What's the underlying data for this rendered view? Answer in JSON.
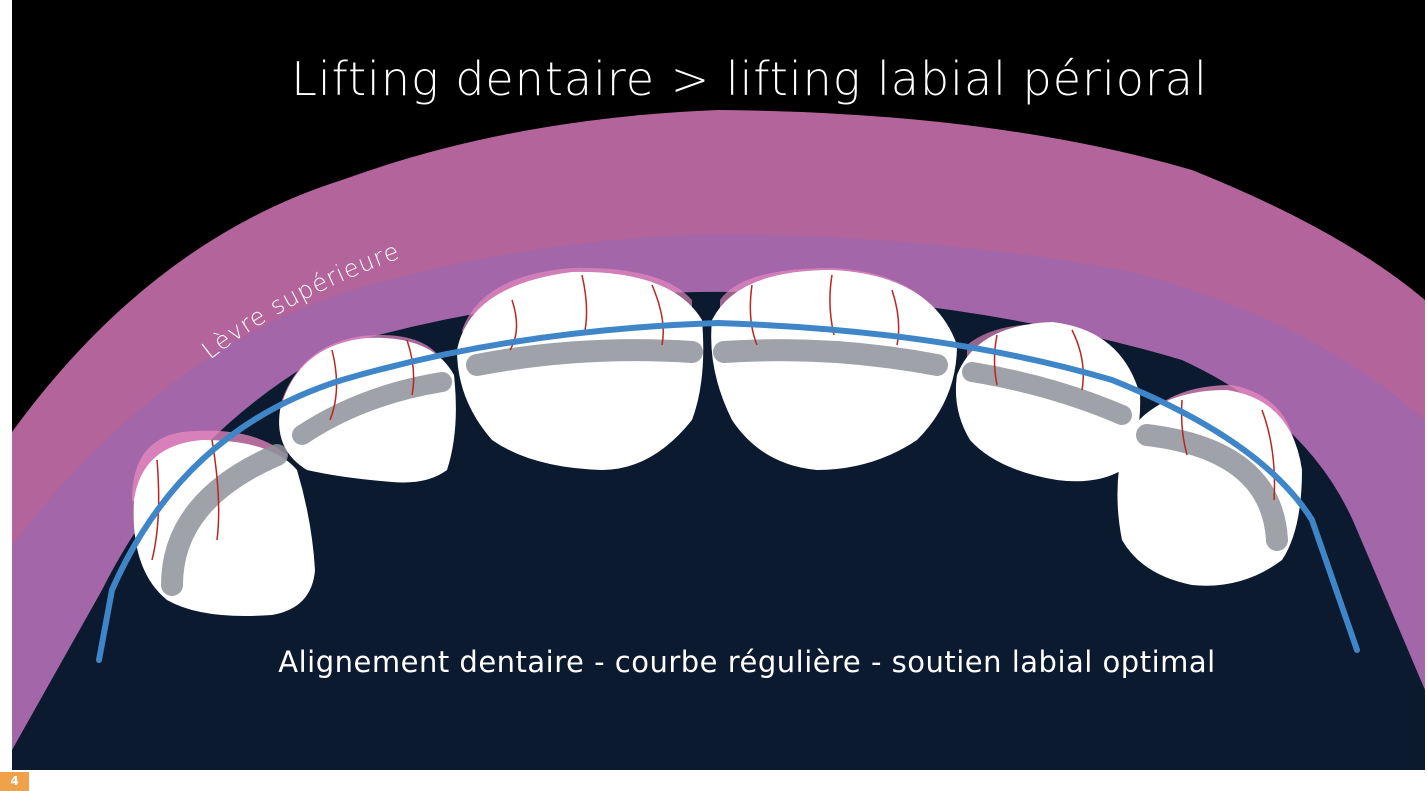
{
  "figure": {
    "title": "Lifting dentaire > lifting labial périoral",
    "lip_label": "Lèvre supérieure",
    "caption": "Alignement dentaire - courbe régulière - soutien labial optimal",
    "number": "4"
  },
  "colors": {
    "background": "#000000",
    "lip_outer": "#b2649b",
    "lip_inner": "#a366a8",
    "mouth": "#0c1a30",
    "arch_wire": "#3f86c8",
    "tooth": "#ffffff",
    "gingiva": "#e98ac0",
    "vessel": "#b8261f",
    "badge": "#f0a24a"
  }
}
